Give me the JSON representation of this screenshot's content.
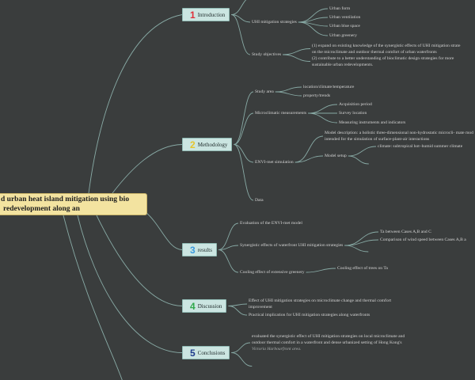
{
  "theme": {
    "background": "#3a3d3d",
    "connector": "#88aaa5",
    "topic_fill": "#cbe5e1",
    "central_fill": "#f3e3a0",
    "subtopic_text": "#d4d4d4"
  },
  "central_topic": {
    "lines": [
      "d urban heat island mitigation using bio",
      "redevelopment along an"
    ]
  },
  "branches": [
    {
      "number": "1",
      "number_color": "#e0303a",
      "label": "Introduction",
      "children": [
        {
          "label": "UHI mitigation strategies",
          "children": [
            {
              "label": "Urban form"
            },
            {
              "label": "Urban ventilation"
            },
            {
              "label": "Urban blue space"
            },
            {
              "label": "Urban greenery"
            }
          ]
        },
        {
          "label": "Study objectives",
          "children": [
            {
              "lines": [
                "(1) expand on existing knowledge of the synergistic effects of UHI mitigation strate",
                "on the microclimate and outdoor thermal comfort of urban waterfronts"
              ]
            },
            {
              "lines": [
                "(2) contribute to a better understanding of bioclimatic design strategies for more",
                "sustainable urban redevelopments."
              ]
            }
          ]
        }
      ]
    },
    {
      "number": "2",
      "number_color": "#e6c52e",
      "label": "Methodology",
      "children": [
        {
          "label": "Study area",
          "children": [
            {
              "label": "location/climate/temperature"
            },
            {
              "label": "property/trends"
            }
          ]
        },
        {
          "label": "Microclimatic measurements",
          "children": [
            {
              "label": "Acquisition period"
            },
            {
              "label": "Survey location"
            },
            {
              "label": "Measuring instruments and indicators"
            }
          ]
        },
        {
          "label": "ENVI-met simulation",
          "children": [
            {
              "lines": [
                "Model description: a holistic three-dimensional non-hydrostatic microcli- mate mod",
                "intended for the simulation of surface-plant-air interactions"
              ]
            },
            {
              "label": "Model setup",
              "children": [
                {
                  "label": "climate: subtropical hot–humid summer climate"
                }
              ]
            }
          ]
        },
        {
          "label": "Data"
        }
      ]
    },
    {
      "number": "3",
      "number_color": "#3b9be0",
      "label": "results",
      "children": [
        {
          "label": "Evaluation of the ENVI-met model"
        },
        {
          "label": "Synergistic effects of waterfront UHI mitigation strategies",
          "children": [
            {
              "label": "Ta between Cases A,B and C"
            },
            {
              "label": "Comparison of wind speed between Cases A,B a"
            }
          ]
        },
        {
          "label": "Cooling effect of extensive greenery",
          "children": [
            {
              "label": "Cooling effect of trees on Ta"
            }
          ]
        }
      ]
    },
    {
      "number": "4",
      "number_color": "#2fa84b",
      "label": "Discussion",
      "children": [
        {
          "lines": [
            "Effect of UHI mitigation strategies on microclimate change and thermal comfort",
            "improvement"
          ]
        },
        {
          "label": "Practical implication for UHI mitigation strategies along waterfronts"
        }
      ]
    },
    {
      "number": "5",
      "number_color": "#1f3c8c",
      "label": "Conclusions",
      "children": [
        {
          "lines": [
            "evaluated the synergistic effect of UHI mitigation strategies on local microclimate and",
            "outdoor thermal comfort in a waterfront and dense urbanized setting of Hong Kong's",
            "Victoria Harbourfront area."
          ]
        }
      ]
    }
  ]
}
